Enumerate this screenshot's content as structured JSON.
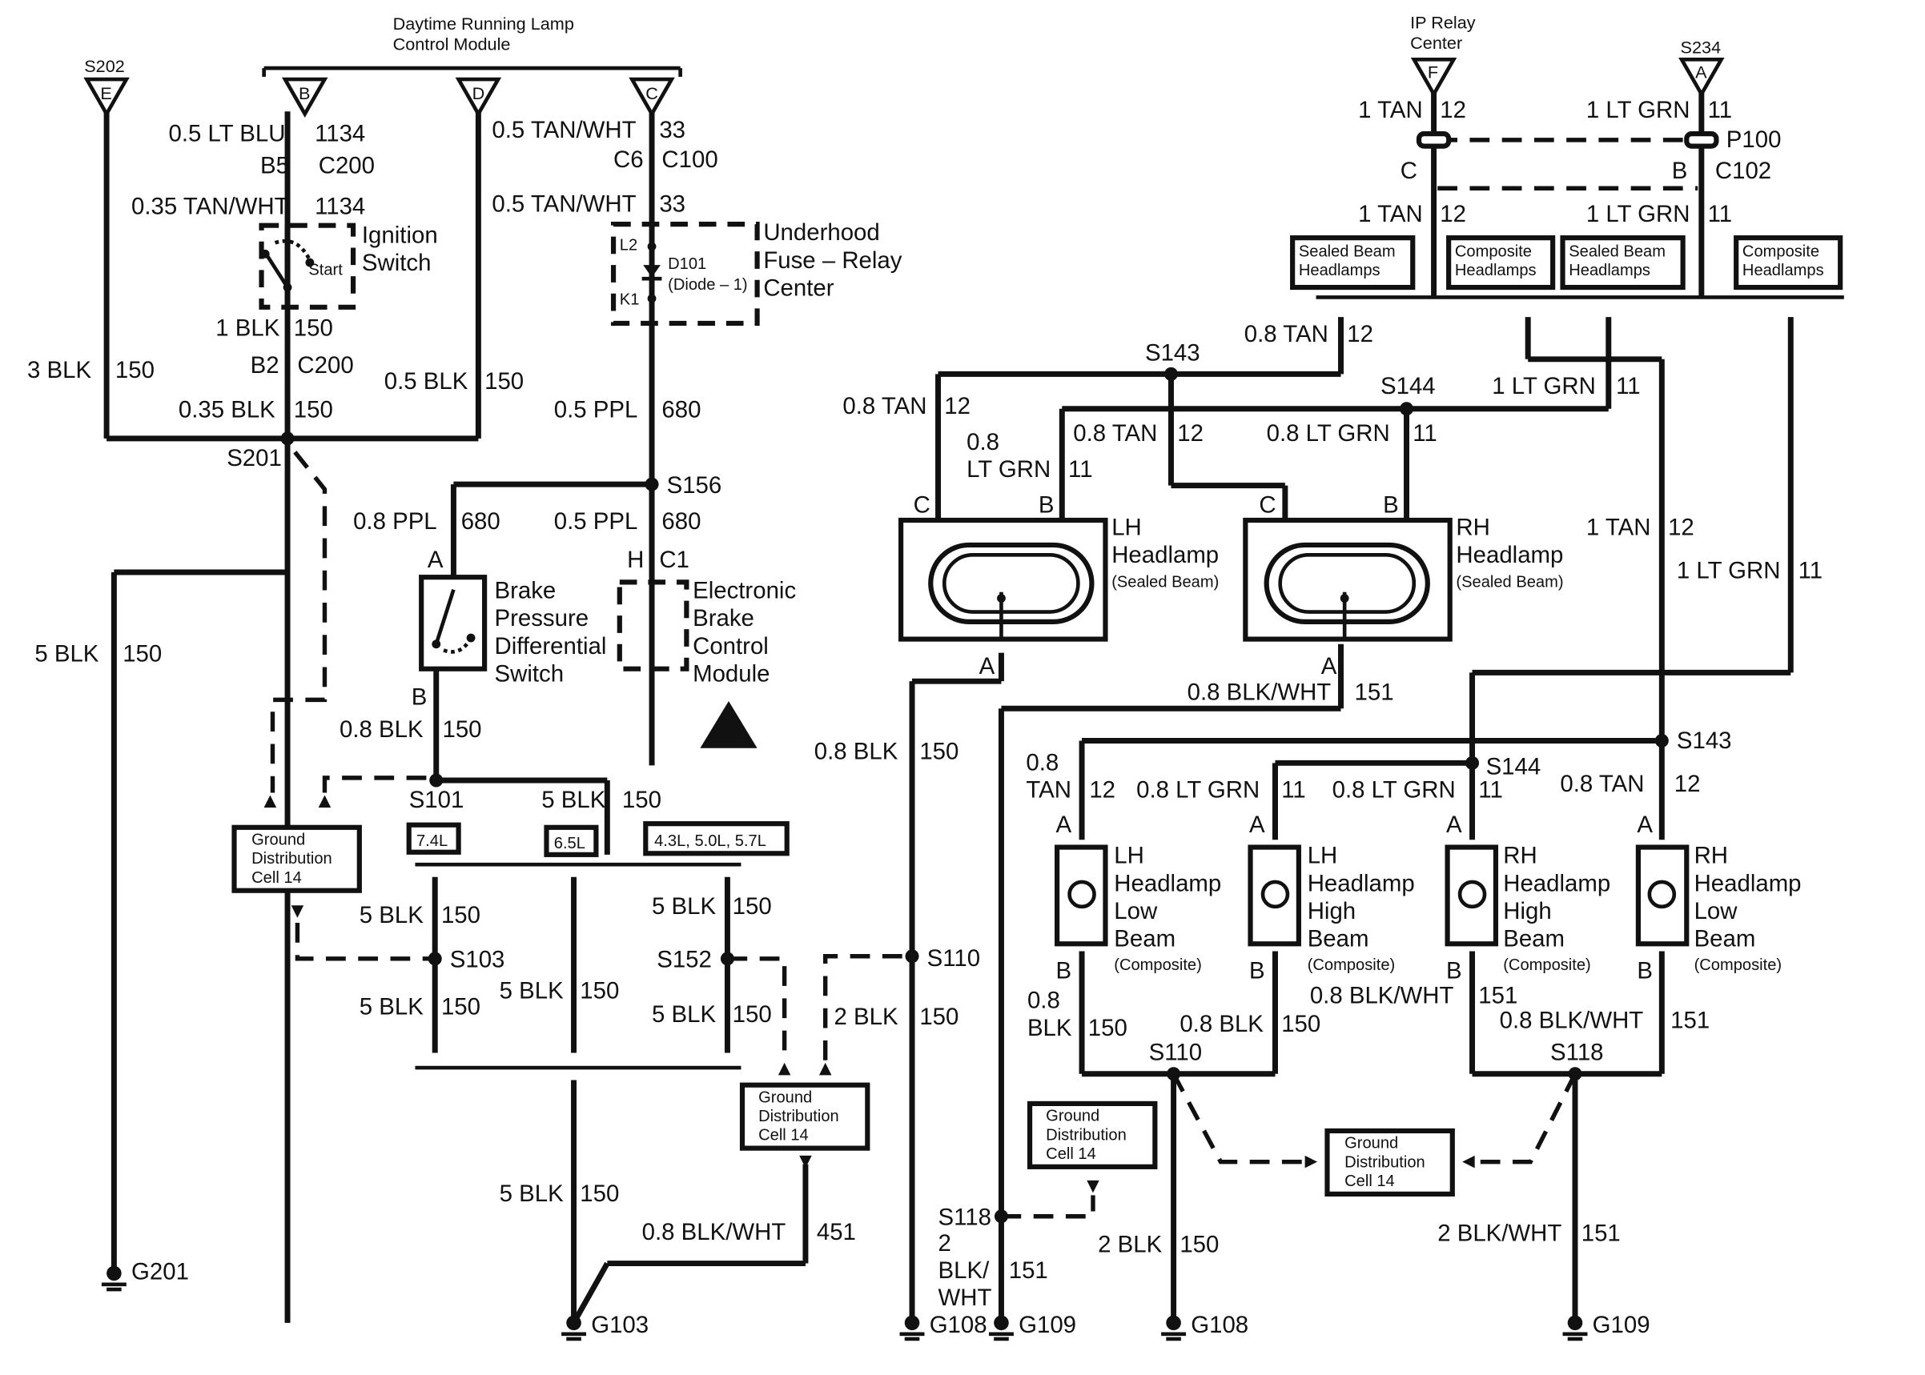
{
  "top": {
    "drl_module": "Daytime Running Lamp\nControl Module",
    "ip_relay_center": "IP Relay\nCenter",
    "s202": "S202",
    "s234": "S234"
  },
  "pins": {
    "E": "E",
    "B": "B",
    "D": "D",
    "C": "C",
    "F": "F",
    "A": "A",
    "H": "H"
  },
  "wires": {
    "lt_blu_1134": "0.5 LT BLU",
    "n1134": "1134",
    "b5": "B5",
    "c200": "C200",
    "c200b": "C200",
    "tanwht_035": "0.35 TAN/WHT",
    "n1134b": "1134",
    "blk1": "1 BLK",
    "n150a": "150",
    "b2": "B2",
    "blk3": "3 BLK",
    "n150b": "150",
    "blk05": "0.5 BLK",
    "n150c": "150",
    "blk035": "0.35 BLK",
    "n150d": "150",
    "tanwht05a": "0.5 TAN/WHT",
    "n33a": "33",
    "c6": "C6",
    "c100": "C100",
    "tanwht05b": "0.5 TAN/WHT",
    "n33b": "33",
    "ppl05a": "0.5 PPL",
    "n680a": "680",
    "s156": "S156",
    "ppl08": "0.8 PPL",
    "n680b": "680",
    "ppl05b": "0.5 PPL",
    "n680c": "680",
    "c1": "C1",
    "s201": "S201",
    "blk5a": "5 BLK",
    "n150e": "150",
    "blk08a": "0.8 BLK",
    "n150f": "150",
    "s101": "S101",
    "blk5b": "5 BLK",
    "n150g": "150",
    "blk5c": "5 BLK",
    "n150h": "150",
    "s103": "S103",
    "blk5d": "5 BLK",
    "n150i": "150",
    "blk5e": "5 BLK",
    "n150j": "150",
    "blk5f": "5 BLK",
    "n150k": "150",
    "s152": "S152",
    "blk5g": "5 BLK",
    "n150l": "150",
    "blk5h": "5 BLK",
    "n150m": "150",
    "blkwht08a": "0.8 BLK/WHT",
    "n451": "451",
    "blk08b": "0.8 BLK",
    "n150n": "150",
    "s110a": "S110",
    "blk2a": "2 BLK",
    "n150o": "150",
    "tan1a": "1 TAN",
    "n12a": "12",
    "ltgrn1a": "1 LT GRN",
    "n11a": "11",
    "p100": "P100",
    "c102": "C102",
    "tan1b": "1 TAN",
    "n12b": "12",
    "ltgrn1b": "1 LT GRN",
    "n11b": "11",
    "tan08a": "0.8 TAN",
    "n12c": "12",
    "s143a": "S143",
    "tan08b": "0.8 TAN",
    "n12d": "12",
    "ltgrn08a_1": "0.8",
    "ltgrn08a_2": "LT GRN",
    "n11c": "11",
    "tan08c": "0.8 TAN",
    "n12e": "12",
    "s144a": "S144",
    "ltgrn1c": "1 LT GRN",
    "n11d": "11",
    "ltgrn08b": "0.8 LT GRN",
    "n11e": "11",
    "tan1c": "1 TAN",
    "n12f": "12",
    "ltgrn1d": "1 LT GRN",
    "n11f": "11",
    "blkwht08b": "0.8 BLK/WHT",
    "n151a": "151",
    "s143b": "S143",
    "s144b": "S144",
    "tan08d_1": "0.8",
    "tan08d_2": "TAN",
    "n12g": "12",
    "ltgrn08c": "0.8 LT GRN",
    "n11g": "11",
    "ltgrn08d": "0.8 LT GRN",
    "n11h": "11",
    "tan08e": "0.8 TAN",
    "n12h": "12",
    "blk08c_1": "0.8",
    "blk08c_2": "BLK",
    "n150p": "150",
    "blk08d": "0.8 BLK",
    "n150q": "150",
    "s110b": "S110",
    "blkwht08c": "0.8 BLK/WHT",
    "n151b": "151",
    "blkwht08d": "0.8 BLK/WHT",
    "n151c": "151",
    "s118a": "S118",
    "s118b": "S118",
    "blkwht2_1": "2",
    "blkwht2_2": "BLK/",
    "blkwht2_3": "WHT",
    "n151d": "151",
    "blk2b": "2 BLK",
    "n150r": "150",
    "blkwht2b": "2 BLK/WHT",
    "n151e": "151"
  },
  "components": {
    "ignition_switch": "Ignition\nSwitch",
    "start": "Start",
    "underhood_fuse": "Underhood\nFuse – Relay\nCenter",
    "d101": "D101",
    "diode": "(Diode – 1)",
    "l2": "L2",
    "k1": "K1",
    "brake_switch": "Brake\nPressure\nDifferential\nSwitch",
    "ebcm": "Electronic\nBrake\nControl\nModule",
    "gd_cell": "Ground\nDistribution\nCell 14",
    "eng_74": "7.4L",
    "eng_65": "6.5L",
    "eng_43": "4.3L, 5.0L, 5.7L",
    "sealed_beam": "Sealed Beam\nHeadlamps",
    "composite": "Composite\nHeadlamps",
    "lh_headlamp": "LH\nHeadlamp",
    "rh_headlamp": "RH\nHeadlamp",
    "sealed_beam_paren": "(Sealed Beam)",
    "lh_low": "LH\nHeadlamp\nLow\nBeam",
    "lh_high": "LH\nHeadlamp\nHigh\nBeam",
    "rh_high": "RH\nHeadlamp\nHigh\nBeam",
    "rh_low": "RH\nHeadlamp\nLow\nBeam",
    "composite_paren": "(Composite)"
  },
  "grounds": {
    "g201": "G201",
    "g103": "G103",
    "g108": "G108",
    "g109": "G109"
  }
}
